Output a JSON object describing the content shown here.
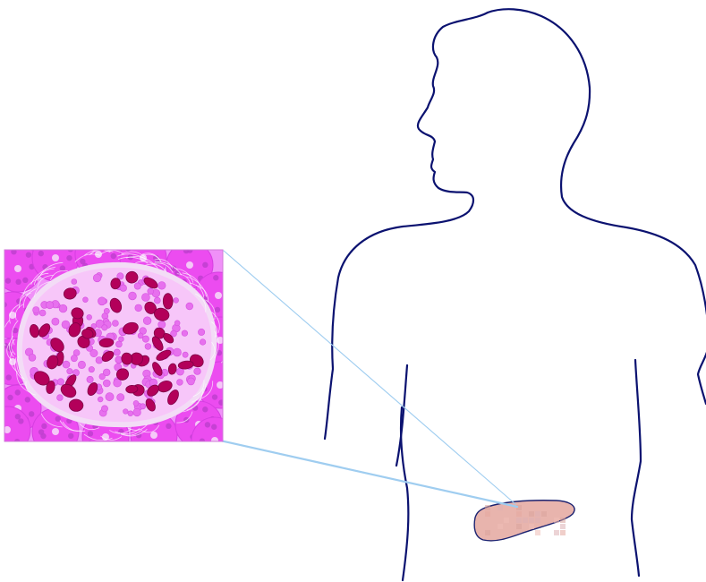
{
  "figure": {
    "colors": {
      "outline": "#0b1270",
      "connector": "#9fcdf0",
      "histology_background": "#f090f8",
      "acinar_tissue": "#ec4cf0",
      "islet_matrix": "#f7c6f9",
      "islet_cell_light": "#e770ee",
      "islet_cell_dark": "#b3005a",
      "organ_fill": "#e8b4ad",
      "organ_outline": "#1b2270"
    },
    "icons": [
      "human-silhouette",
      "pancreas-organ",
      "islet-micrograph",
      "zoom-connector"
    ]
  }
}
